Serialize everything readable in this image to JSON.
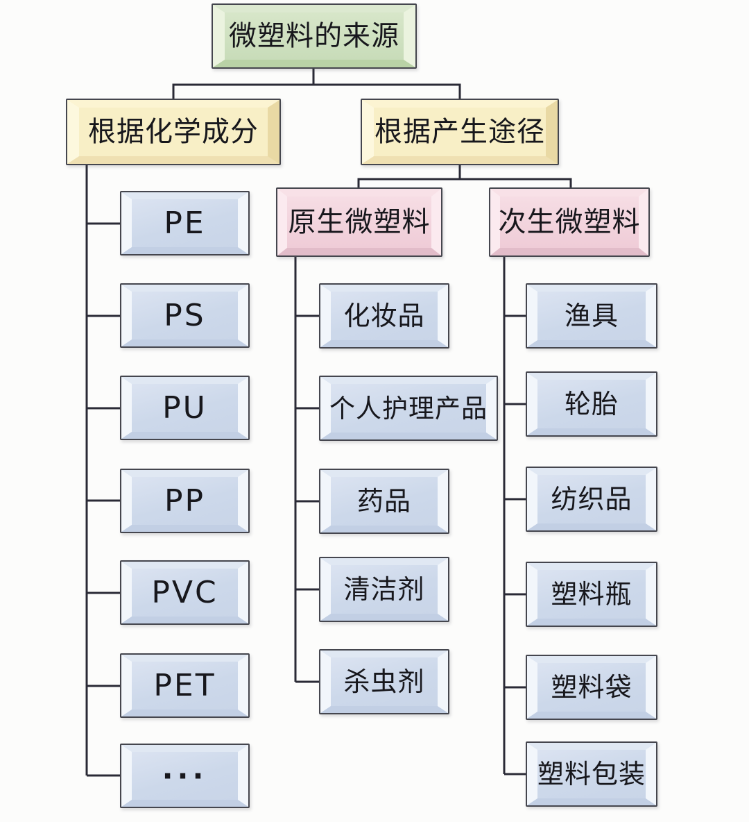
{
  "diagram": {
    "title": "微塑料的来源",
    "colors": {
      "root_fill": "#cfe1c1",
      "category_fill": "#f8efc6",
      "subcategory_fill": "#f3d5de",
      "leaf_fill": "#cfdbec",
      "border": "#45464e",
      "line": "#2a2a36",
      "text": "#17171c",
      "background": "#fcfcfb"
    },
    "tree": {
      "root": {
        "label": "微塑料的来源"
      },
      "chemical": {
        "label": "根据化学成分",
        "children": [
          {
            "label": "PE"
          },
          {
            "label": "PS"
          },
          {
            "label": "PU"
          },
          {
            "label": "PP"
          },
          {
            "label": "PVC"
          },
          {
            "label": "PET"
          },
          {
            "label": "···"
          }
        ]
      },
      "pathway": {
        "label": "根据产生途径",
        "primary": {
          "label": "原生微塑料",
          "children": [
            {
              "label": "化妆品"
            },
            {
              "label": "个人护理产品"
            },
            {
              "label": "药品"
            },
            {
              "label": "清洁剂"
            },
            {
              "label": "杀虫剂"
            }
          ]
        },
        "secondary": {
          "label": "次生微塑料",
          "children": [
            {
              "label": "渔具"
            },
            {
              "label": "轮胎"
            },
            {
              "label": "纺织品"
            },
            {
              "label": "塑料瓶"
            },
            {
              "label": "塑料袋"
            },
            {
              "label": "塑料包装"
            }
          ]
        }
      }
    }
  }
}
